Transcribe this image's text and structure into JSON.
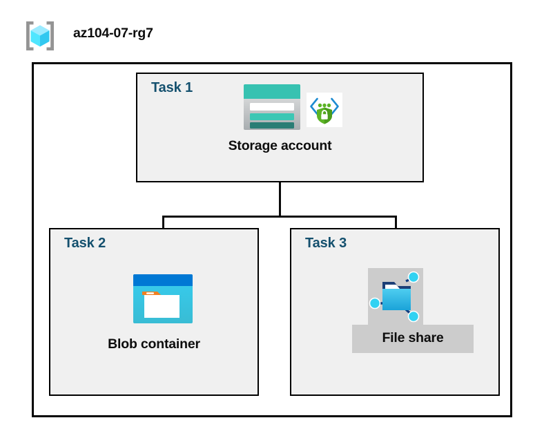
{
  "header": {
    "icon_name": "azure-resource-group-icon",
    "title": "az104-07-rg7"
  },
  "diagram": {
    "type": "architecture-diagram",
    "container_name": "resource-group-container",
    "tasks": [
      {
        "id": "task-1",
        "label": "Task 1",
        "node_label": "Storage account",
        "icons": [
          "storage-account-icon",
          "service-endpoint-shield-icon"
        ]
      },
      {
        "id": "task-2",
        "label": "Task 2",
        "node_label": "Blob container",
        "icons": [
          "blob-container-icon"
        ]
      },
      {
        "id": "task-3",
        "label": "Task 3",
        "node_label": "File share",
        "icons": [
          "file-share-icon"
        ],
        "highlighted": "true"
      }
    ],
    "connections": [
      {
        "from": "Storage account",
        "to": "Blob container"
      },
      {
        "from": "Storage account",
        "to": "File share"
      }
    ]
  },
  "colors": {
    "task_label": "#14506e",
    "node_label": "#0d0d0d",
    "box_fill": "#f0f0f0",
    "box_border": "#000000",
    "page_background": "#ffffff",
    "highlight_backdrop": "#cccccc",
    "storage_teal": "#37c2b1",
    "storage_teal_dark": "#2a7d75",
    "blob_blue_header": "#0078d4",
    "blob_cyan": "#32c8eb",
    "blob_tab_orange": "#f08022",
    "fileshare_blue": "#32bced",
    "fileshare_node_cyan": "#32d2f2",
    "resource_group_cube": "#50e6ff",
    "resource_group_bracket": "#949494",
    "shield_green": "#5cb325",
    "bracket_blue": "#0078d4"
  }
}
